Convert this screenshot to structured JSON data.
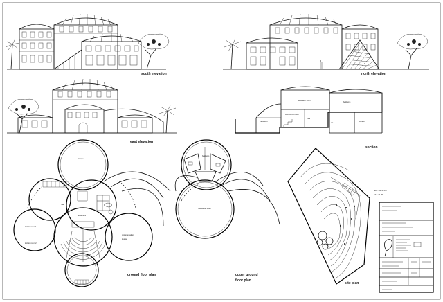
{
  "captions": {
    "south": "south elevation",
    "north": "north elevation",
    "east": "east elevation",
    "section": "section",
    "ground": "ground floor plan",
    "upper_l1": "upper ground",
    "upper_l2": "floor plan",
    "site": "site plan"
  },
  "site_info": {
    "area": "area: 482.276m²",
    "scale": "SE 1:42.88"
  },
  "colors": {
    "ink": "#111111",
    "paper": "#ffffff"
  }
}
